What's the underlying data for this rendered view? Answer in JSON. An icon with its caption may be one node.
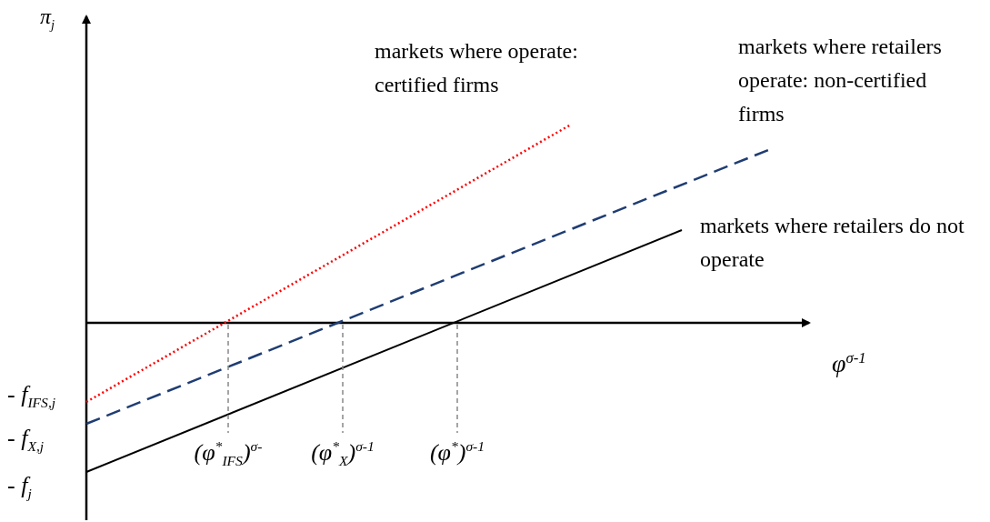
{
  "diagram": {
    "labels": [
      "π$_{j}$",
      "markets where operate: certified firms",
      "markets where retailers operate: non-certified firms",
      "markets where retailers do not operate",
      "φ$^{σ-1}$",
      "- f$_{IFS,j}$",
      "- f$_{X,j}$",
      "- f$_{j}$",
      "(φ$^{*}$$_{IFS}$)$^{σ-}$",
      "(φ$^{*}$$_{X}$)$^{σ-1}$",
      "(φ$^{*}$)$^{σ-1}$"
    ]
  }
}
